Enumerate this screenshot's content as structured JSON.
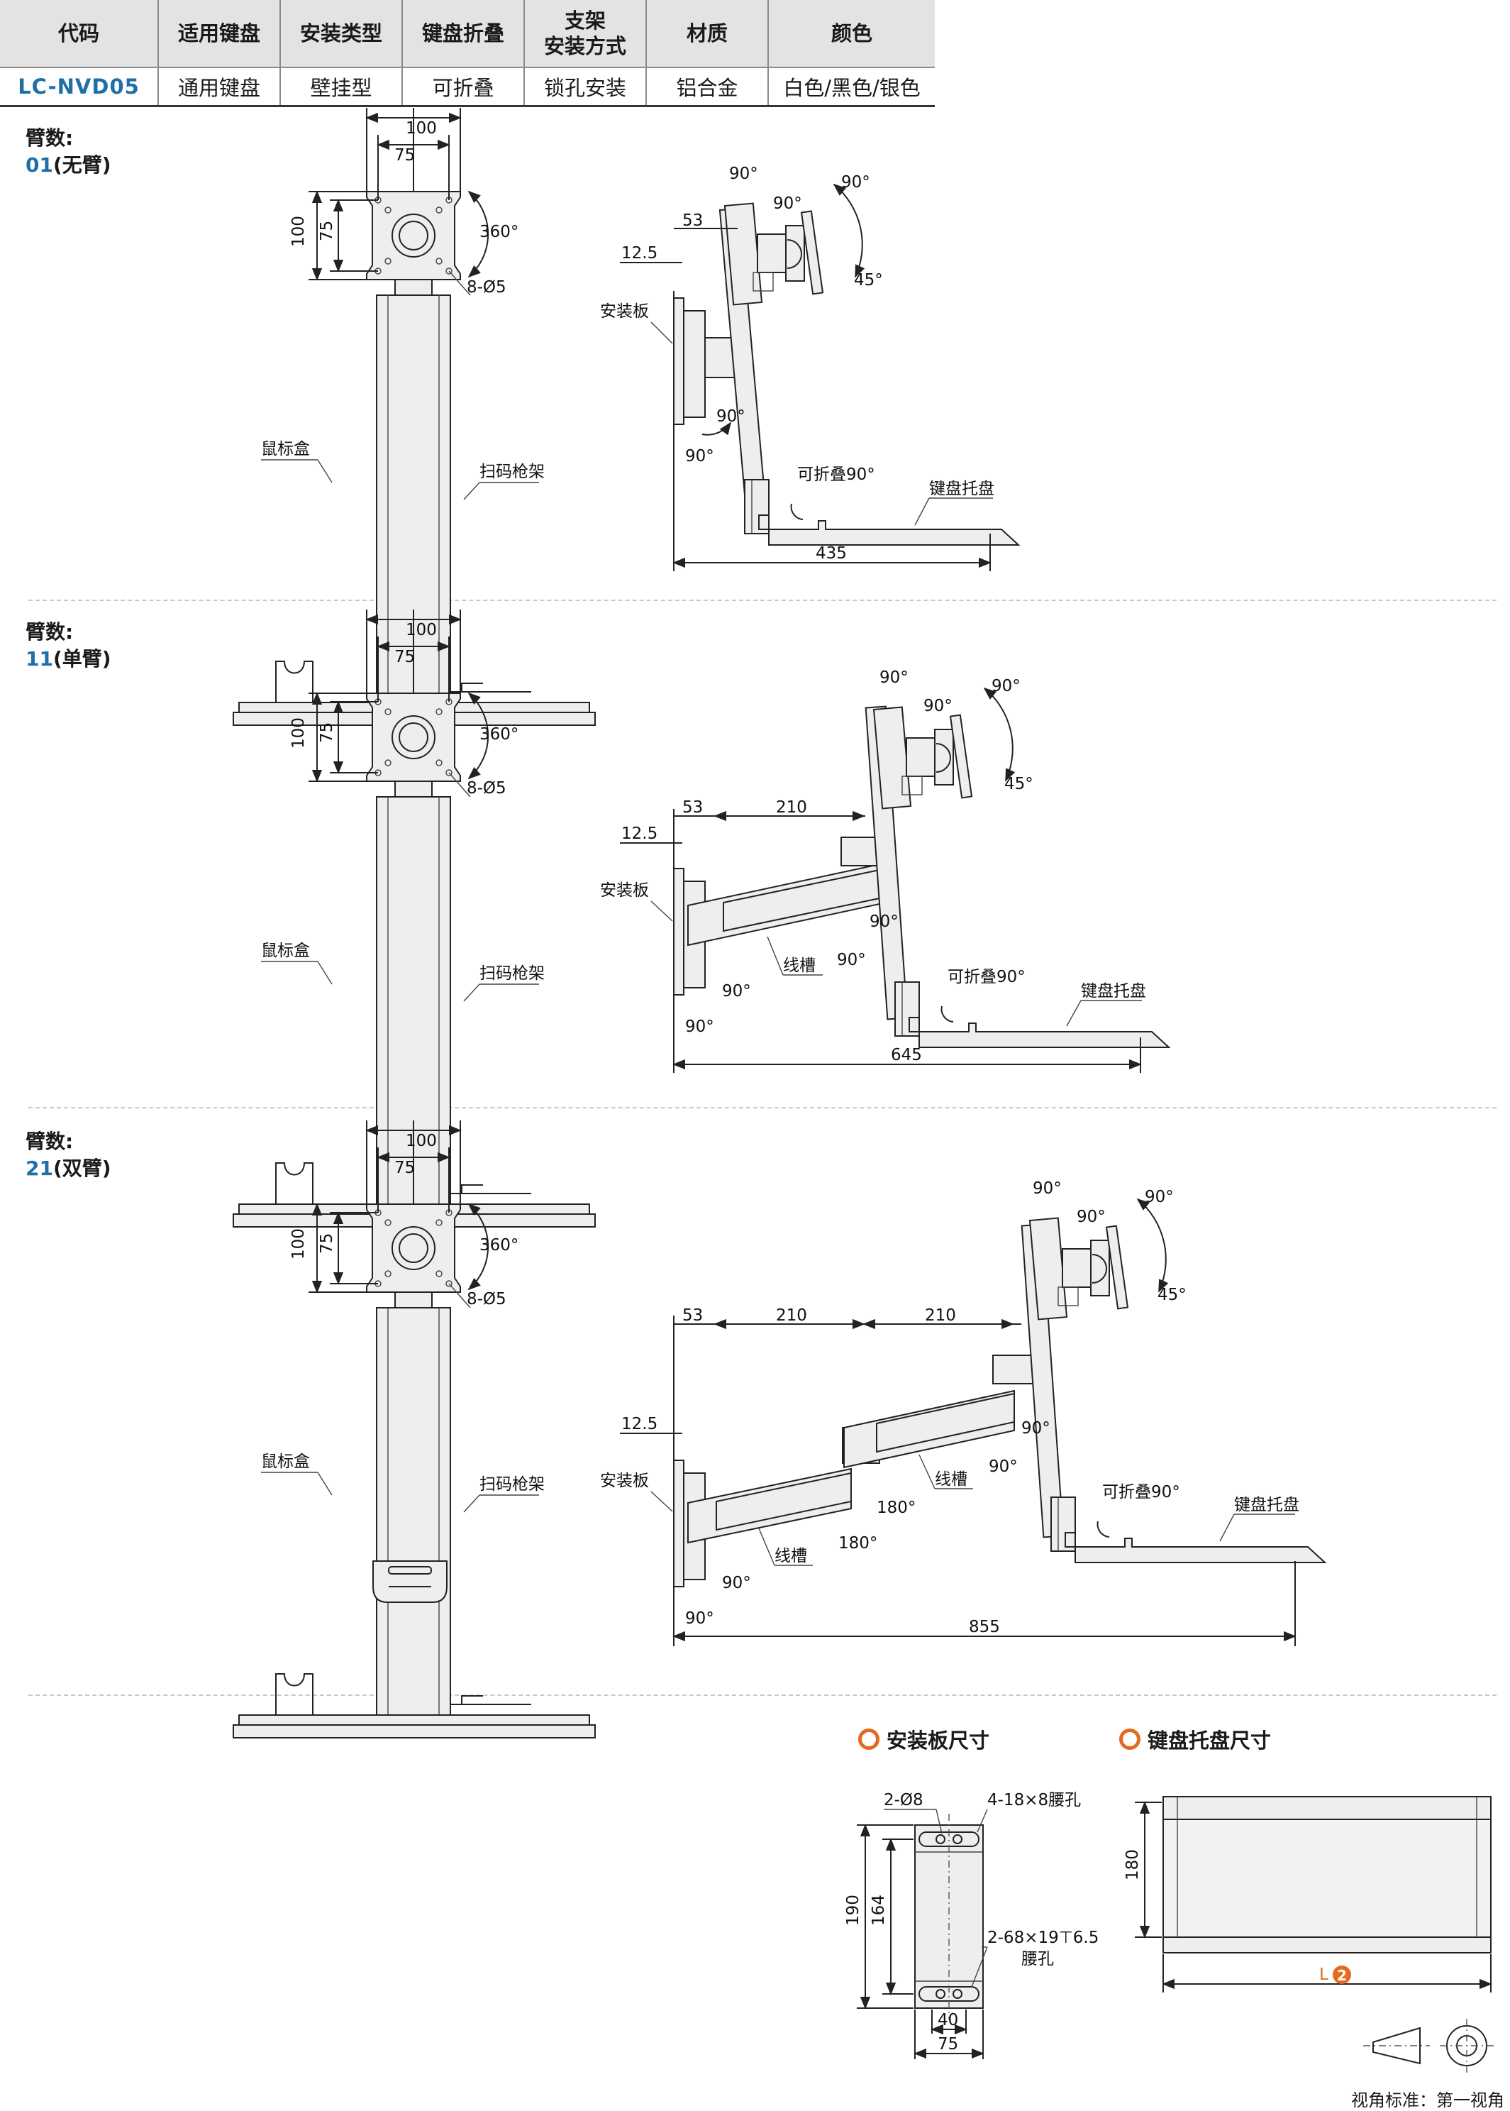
{
  "table": {
    "headers": [
      "代码",
      "适用键盘",
      "安装类型",
      "键盘折叠",
      "支架",
      "安装方式",
      "材质",
      "颜色"
    ],
    "row": [
      "LC-NVD05",
      "通用键盘",
      "壁挂型",
      "可折叠",
      "锁孔安装",
      "铝合金",
      "白色/黑色/银色"
    ]
  },
  "arm_label": "臂数:",
  "options": [
    {
      "code": "01",
      "name": "(无臂)",
      "length": "435"
    },
    {
      "code": "11",
      "name": "(单臂)",
      "length": "645"
    },
    {
      "code": "21",
      "name": "(双臂)",
      "length": "855"
    }
  ],
  "dims": {
    "w100": "100",
    "w75": "75",
    "h100": "100",
    "h75": "75",
    "rot": "360°",
    "holes": "8-Ø5",
    "d53": "53",
    "d12": "12.5",
    "d210": "210",
    "a90": "90°",
    "a45": "45°",
    "a180": "180°"
  },
  "labels": {
    "mouse_box": "鼠标盒",
    "scanner": "扫码枪架",
    "mount_plate": "安装板",
    "foldable": "可折叠90°",
    "keyboard_tray": "键盘托盘",
    "cable_slot": "线槽"
  },
  "plate_section": {
    "title": "安装板尺寸",
    "holes": "2-Ø8",
    "slots": "4-18×8腰孔",
    "slot2": "2-68×19⊤6.5",
    "slot2b": "腰孔",
    "h190": "190",
    "h164": "164",
    "w40": "40",
    "w75": "75"
  },
  "tray_section": {
    "title": "键盘托盘尺寸",
    "h180": "180",
    "len": "L",
    "len_mark": "2"
  },
  "footer": "视角标准：第一视角"
}
